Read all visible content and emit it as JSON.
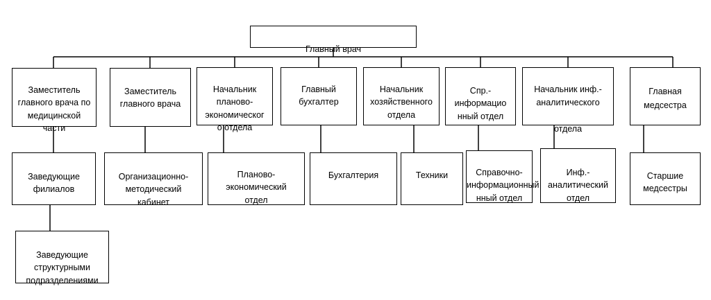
{
  "diagram": {
    "nodes": {
      "root": {
        "label": "Главный врач"
      },
      "dep_med": {
        "label": "Заместитель\nглавного врача по\nмедицинской\nчасти"
      },
      "dep": {
        "label": "Заместитель\nглавного врача"
      },
      "plan_head": {
        "label": "Начальник\nпланово-\nэкономическог\nо отдела"
      },
      "chief_acc": {
        "label": "Главный\nбухгалтер"
      },
      "econ_head": {
        "label": "Начальник\nхозяйственного\nотдела"
      },
      "info_dept": {
        "label": "Спр.-\nинформацио\nнный отдел"
      },
      "analytic_head": {
        "label": "Начальник инф.-\nаналитического\n\nотдела"
      },
      "head_nurse": {
        "label": "Главная\nмедсестра"
      },
      "branch_heads": {
        "label": "Заведующие\nфилиалов"
      },
      "org_method": {
        "label": "Организационно-\nметодический\nкабинет"
      },
      "plan_dept": {
        "label": "Планово-\nэкономический\nотдел"
      },
      "accounting": {
        "label": "Бухгалтерия"
      },
      "technicians": {
        "label": "Техники"
      },
      "ref_info": {
        "label": "Справочно-\nинформационный\nнный отдел"
      },
      "analytic_dept": {
        "label": "Инф.-\nаналитический\nотдел"
      },
      "senior_nurses": {
        "label": "Старшие\nмедсестры"
      },
      "struct_heads": {
        "label": "Заведующие\nструктурными\nподразделениями"
      }
    }
  }
}
